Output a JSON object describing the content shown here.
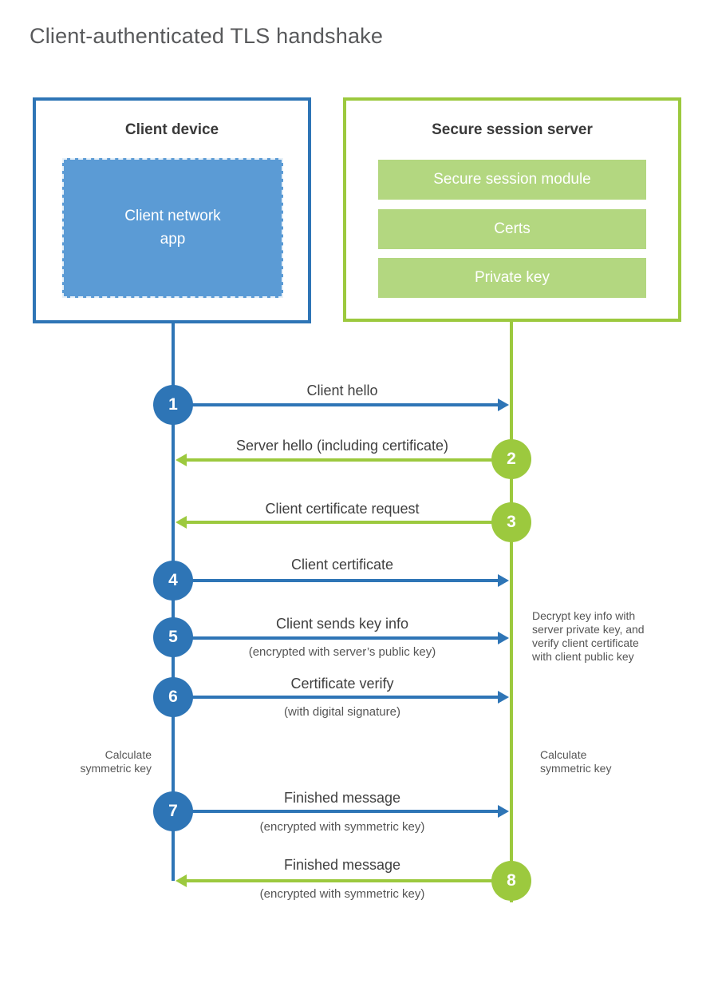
{
  "title": "Client-authenticated TLS handshake",
  "colors": {
    "blue": "#2e75b6",
    "blue_light": "#5b9bd5",
    "green": "#9cc93e",
    "green_light": "#b3d780",
    "text_dark": "#3a3a3a",
    "text_gray": "#555555"
  },
  "client_box": {
    "title": "Client device",
    "app": "Client network\napp"
  },
  "server_box": {
    "title": "Secure session server",
    "modules": [
      "Secure session module",
      "Certs",
      "Private key"
    ]
  },
  "steps": [
    {
      "num": "1",
      "direction": "right",
      "color": "blue",
      "label": "Client hello",
      "sub": ""
    },
    {
      "num": "2",
      "direction": "left",
      "color": "green",
      "label": "Server hello (including certificate)",
      "sub": ""
    },
    {
      "num": "3",
      "direction": "left",
      "color": "green",
      "label": "Client certificate request",
      "sub": ""
    },
    {
      "num": "4",
      "direction": "right",
      "color": "blue",
      "label": "Client certificate",
      "sub": ""
    },
    {
      "num": "5",
      "direction": "right",
      "color": "blue",
      "label": "Client sends key info",
      "sub": "(encrypted with server’s public key)"
    },
    {
      "num": "6",
      "direction": "right",
      "color": "blue",
      "label": "Certificate verify",
      "sub": "(with digital signature)"
    },
    {
      "num": "7",
      "direction": "right",
      "color": "blue",
      "label": "Finished message",
      "sub": "(encrypted with symmetric key)"
    },
    {
      "num": "8",
      "direction": "left",
      "color": "green",
      "label": "Finished message",
      "sub": "(encrypted with symmetric key)"
    }
  ],
  "notes": {
    "decrypt": "Decrypt key info with\nserver private key, and\nverify client certificate\nwith client public key",
    "calc_left": "Calculate\nsymmetric key",
    "calc_right": "Calculate\nsymmetric key"
  }
}
